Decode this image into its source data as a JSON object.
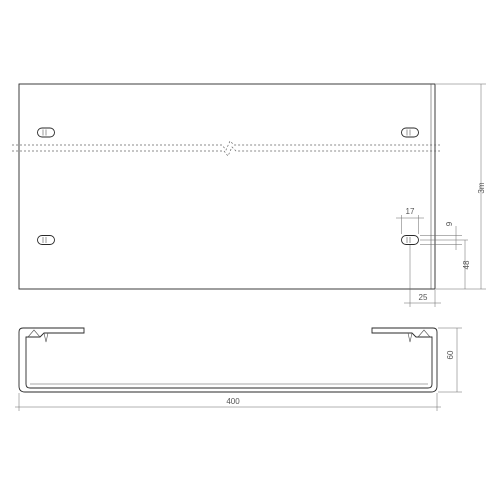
{
  "drawing": {
    "dimensions": {
      "length": "3m",
      "slot_width": "17",
      "slot_height": "9",
      "slot_edge_offset": "48",
      "slot_side_offset": "25",
      "profile_height": "60",
      "total_width": "400"
    }
  }
}
